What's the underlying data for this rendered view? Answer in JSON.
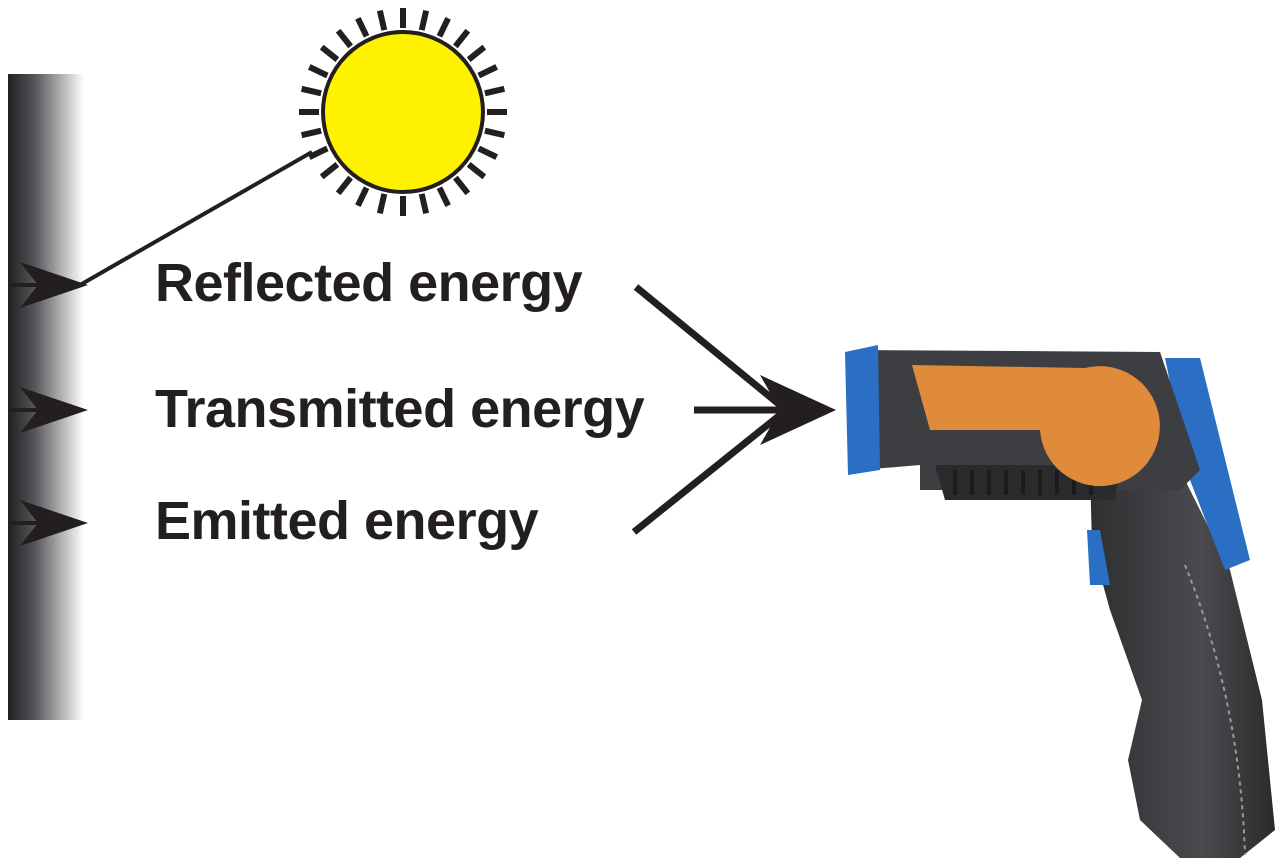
{
  "labels": {
    "reflected": "Reflected energy",
    "transmitted": "Transmitted energy",
    "emitted": "Emitted energy"
  },
  "colors": {
    "sun": "#fff200",
    "ink": "#231f20",
    "gun_body": "#3a3b3d",
    "gun_blue": "#2b6fc4",
    "gun_label": "#e08a3c"
  }
}
